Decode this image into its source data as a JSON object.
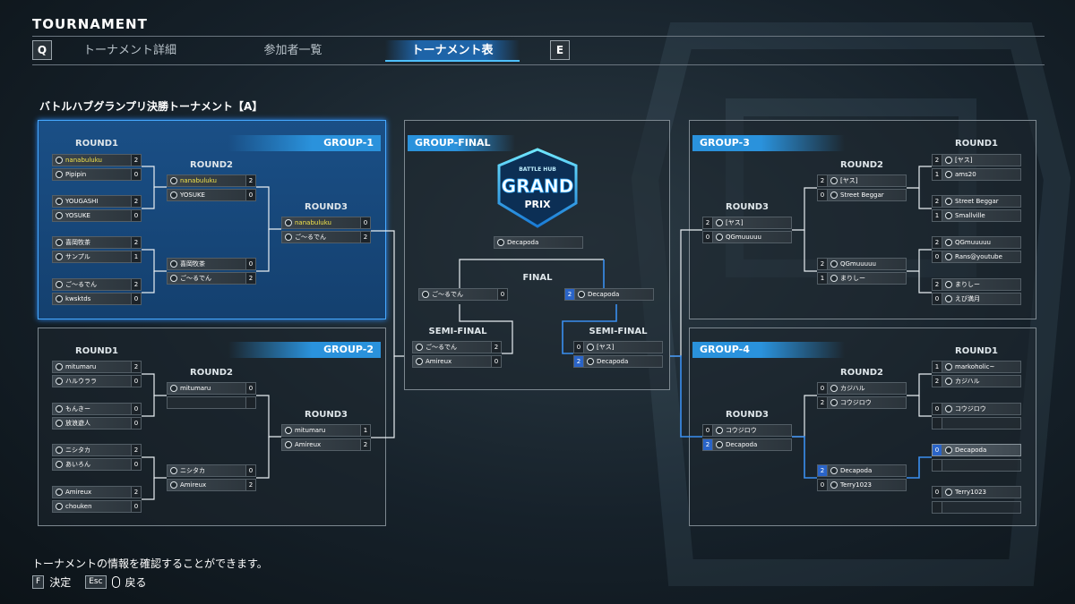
{
  "header": {
    "title": "TOURNAMENT",
    "key_left": "Q",
    "key_right": "E",
    "tabs": [
      "トーナメント詳細",
      "参加者一覧",
      "トーナメント表"
    ]
  },
  "bracket_title": "バトルハブグランプリ決勝トーナメント【A】",
  "groups": {
    "g1": {
      "label": "GROUP-1",
      "rounds": [
        "ROUND1",
        "ROUND2",
        "ROUND3"
      ],
      "r1": [
        [
          "nanabuluku",
          "2",
          "Pipipin",
          "0"
        ],
        [
          "YOUGASHI",
          "2",
          "YOSUKE",
          "0"
        ],
        [
          "喜岡牧茶",
          "2",
          "サンプル",
          "1"
        ],
        [
          "ご～るでん",
          "2",
          "kwsktds",
          "0"
        ]
      ],
      "r2": [
        [
          "nanabuluku",
          "2",
          "YOSUKE",
          "0"
        ],
        [
          "喜岡牧茶",
          "0",
          "ご～るでん",
          "2"
        ]
      ],
      "r3": [
        "nanabuluku",
        "0",
        "ご～るでん",
        "2"
      ]
    },
    "g2": {
      "label": "GROUP-2",
      "rounds": [
        "ROUND1",
        "ROUND2",
        "ROUND3"
      ],
      "r1": [
        [
          "mitumaru",
          "2",
          "ハルウララ",
          "0"
        ],
        [
          "もんきー",
          "0",
          "放浪遊人",
          "0"
        ],
        [
          "ニシタカ",
          "2",
          "あいろん",
          "0"
        ],
        [
          "Amireux",
          "2",
          "chouken",
          "0"
        ]
      ],
      "r2": [
        [
          "mitumaru",
          "0",
          "",
          ""
        ],
        [
          "ニシタカ",
          "0",
          "Amireux",
          "2"
        ]
      ],
      "r3": [
        "mitumaru",
        "1",
        "Amireux",
        "2"
      ]
    },
    "final": {
      "label": "GROUP-FINAL",
      "logo_top": "BATTLE HUB",
      "logo_main": "GRAND",
      "logo_sub": "PRIX",
      "champion": "Decapoda",
      "final_label": "FINAL",
      "semi_label": "SEMI-FINAL",
      "final_left": [
        "ご～るでん",
        "0"
      ],
      "final_right": [
        "Decapoda",
        "2"
      ],
      "semi_left": [
        "ご～るでん",
        "2",
        "Amireux",
        "0"
      ],
      "semi_right": [
        "[ヤス]",
        "0",
        "Decapoda",
        "2"
      ]
    },
    "g3": {
      "label": "GROUP-3",
      "rounds": [
        "ROUND1",
        "ROUND2",
        "ROUND3"
      ],
      "r1": [
        [
          "[ヤス]",
          "2",
          "ams20",
          "1"
        ],
        [
          "Street Beggar",
          "2",
          "Smallville",
          "1"
        ],
        [
          "QGmuuuuu",
          "2",
          "Rans@youtube",
          "0"
        ],
        [
          "まりしー",
          "2",
          "えび満月",
          "0"
        ]
      ],
      "r2": [
        [
          "[ヤス]",
          "2",
          "Street Beggar",
          "0"
        ],
        [
          "QGmuuuuu",
          "2",
          "まりしー",
          "1"
        ]
      ],
      "r3": [
        "[ヤス]",
        "2",
        "QGmuuuuu",
        "0"
      ]
    },
    "g4": {
      "label": "GROUP-4",
      "rounds": [
        "ROUND1",
        "ROUND2",
        "ROUND3"
      ],
      "r1": [
        [
          "markoholic~",
          "1",
          "カジハル",
          "2"
        ],
        [
          "コウジロウ",
          "0",
          "",
          ""
        ],
        [
          "Decapoda",
          "0",
          "",
          ""
        ],
        [
          "Terry1023",
          "0",
          "",
          ""
        ]
      ],
      "r2": [
        [
          "カジハル",
          "0",
          "コウジロウ",
          "2"
        ],
        [
          "Decapoda",
          "2",
          "Terry1023",
          "0"
        ]
      ],
      "r3": [
        "コウジロウ",
        "0",
        "Decapoda",
        "2"
      ]
    }
  },
  "footer": {
    "message": "トーナメントの情報を確認することができます。",
    "key_f": "F",
    "confirm": "決定",
    "key_esc": "Esc",
    "back": "戻る"
  },
  "colors": {
    "accent": "#2a92dc",
    "highlight_name": "#f2e24a",
    "win_score": "#2a64c8"
  }
}
